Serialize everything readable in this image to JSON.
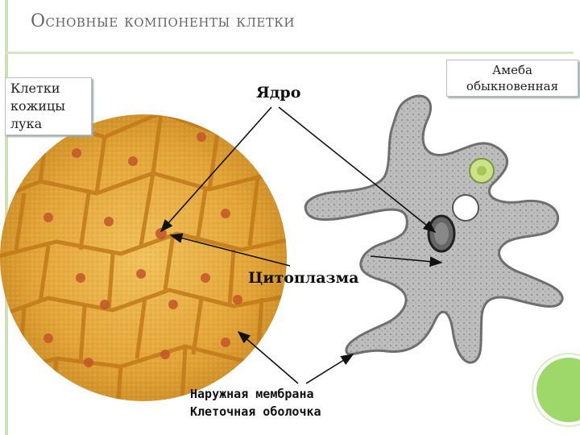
{
  "slide": {
    "title": "Основные компоненты клетки",
    "onion_label": "Клетки кожицы лука",
    "amoeba_label": "Амеба обыкновенная",
    "nucleus_label": "Ядро",
    "cytoplasm_label": "Цитоплазма",
    "membrane_label": "Наружная мембрана",
    "wall_label": "Клеточная оболочка"
  },
  "colors": {
    "onion_fill": "#e6a93b",
    "cell_wall": "#c27a1a",
    "nucleus": "#c4562a",
    "amoeba_fill": "#b9b9b9",
    "accent_green": "#9ed76a"
  }
}
